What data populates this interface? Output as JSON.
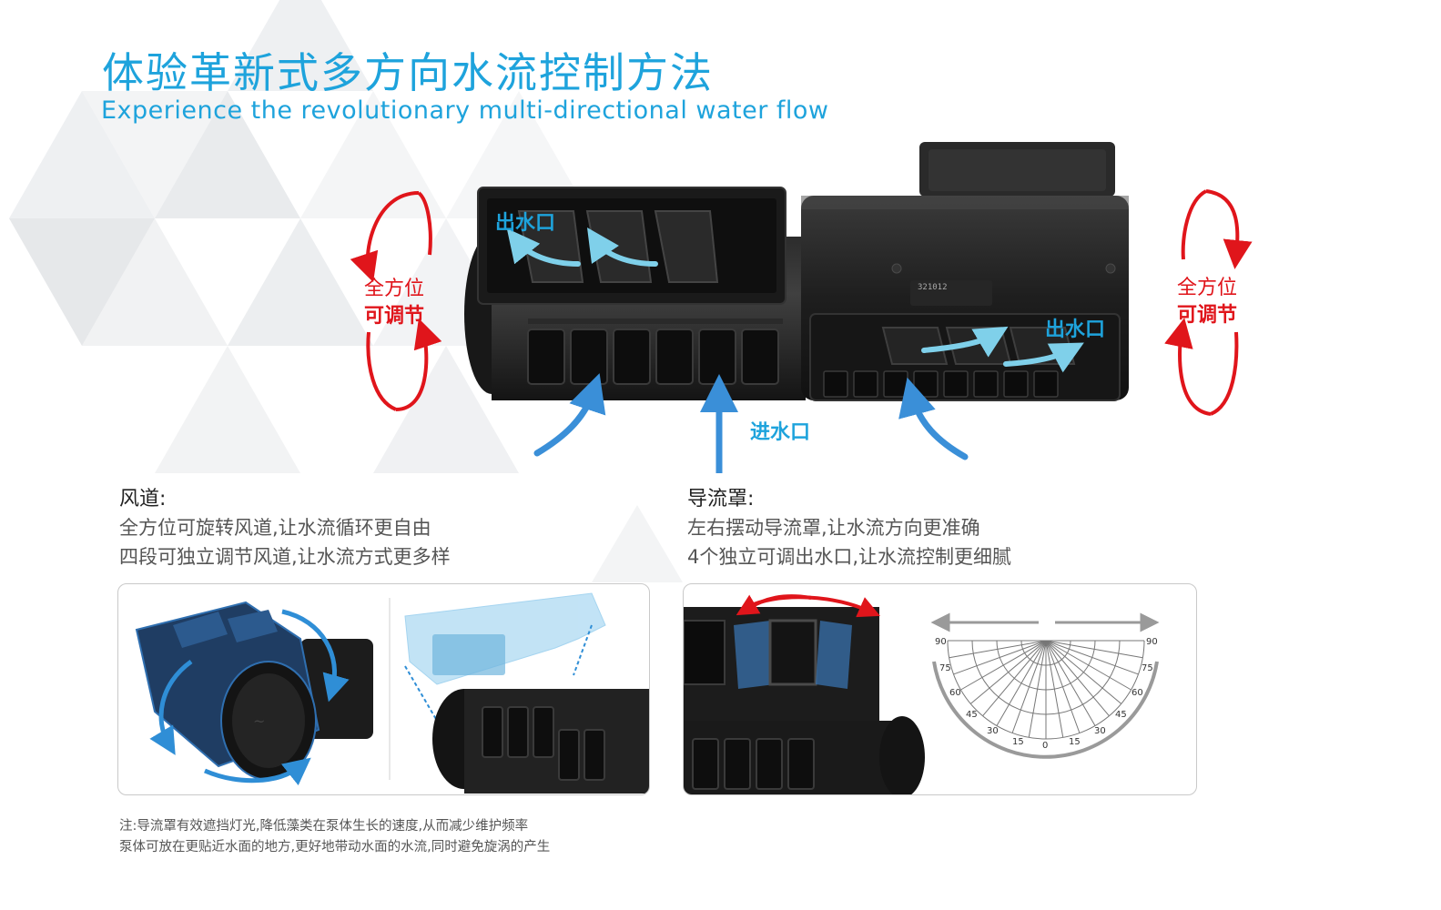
{
  "header": {
    "title_cn": "体验革新式多方向水流控制方法",
    "title_en": "Experience the revolutionary multi-directional water flow"
  },
  "hero": {
    "left_adjust_line1": "全方位",
    "left_adjust_line2": "可调节",
    "right_adjust_line1": "全方位",
    "right_adjust_line2": "可调节",
    "outlet_top": "出水口",
    "outlet_right": "出水口",
    "inlet": "进水口",
    "dial_marking": "321012"
  },
  "air_duct": {
    "heading": "风道:",
    "line1": "全方位可旋转风道,让水流循环更自由",
    "line2": "四段可独立调节风道,让水流方式更多样"
  },
  "deflector": {
    "heading": "导流罩:",
    "line1": "左右摆动导流罩,让水流方向更准确",
    "line2": "4个独立可调出水口,让水流控制更细腻"
  },
  "angle_scale": {
    "left_labels": [
      "90",
      "75",
      "60",
      "45",
      "30",
      "15"
    ],
    "center_label": "0",
    "right_labels": [
      "15",
      "30",
      "45",
      "60",
      "75",
      "90"
    ]
  },
  "notes": {
    "line1": "注:导流罩有效遮挡灯光,降低藻类在泵体生长的速度,从而减少维护频率",
    "line2": "泵体可放在更贴近水面的地方,更好地带动水面的水流,同时避免旋涡的产生"
  },
  "colors": {
    "title_blue": "#1ea3dc",
    "arrow_red": "#e0151b",
    "arrow_blue": "#3a8fd8",
    "pump_black": "#222222"
  }
}
